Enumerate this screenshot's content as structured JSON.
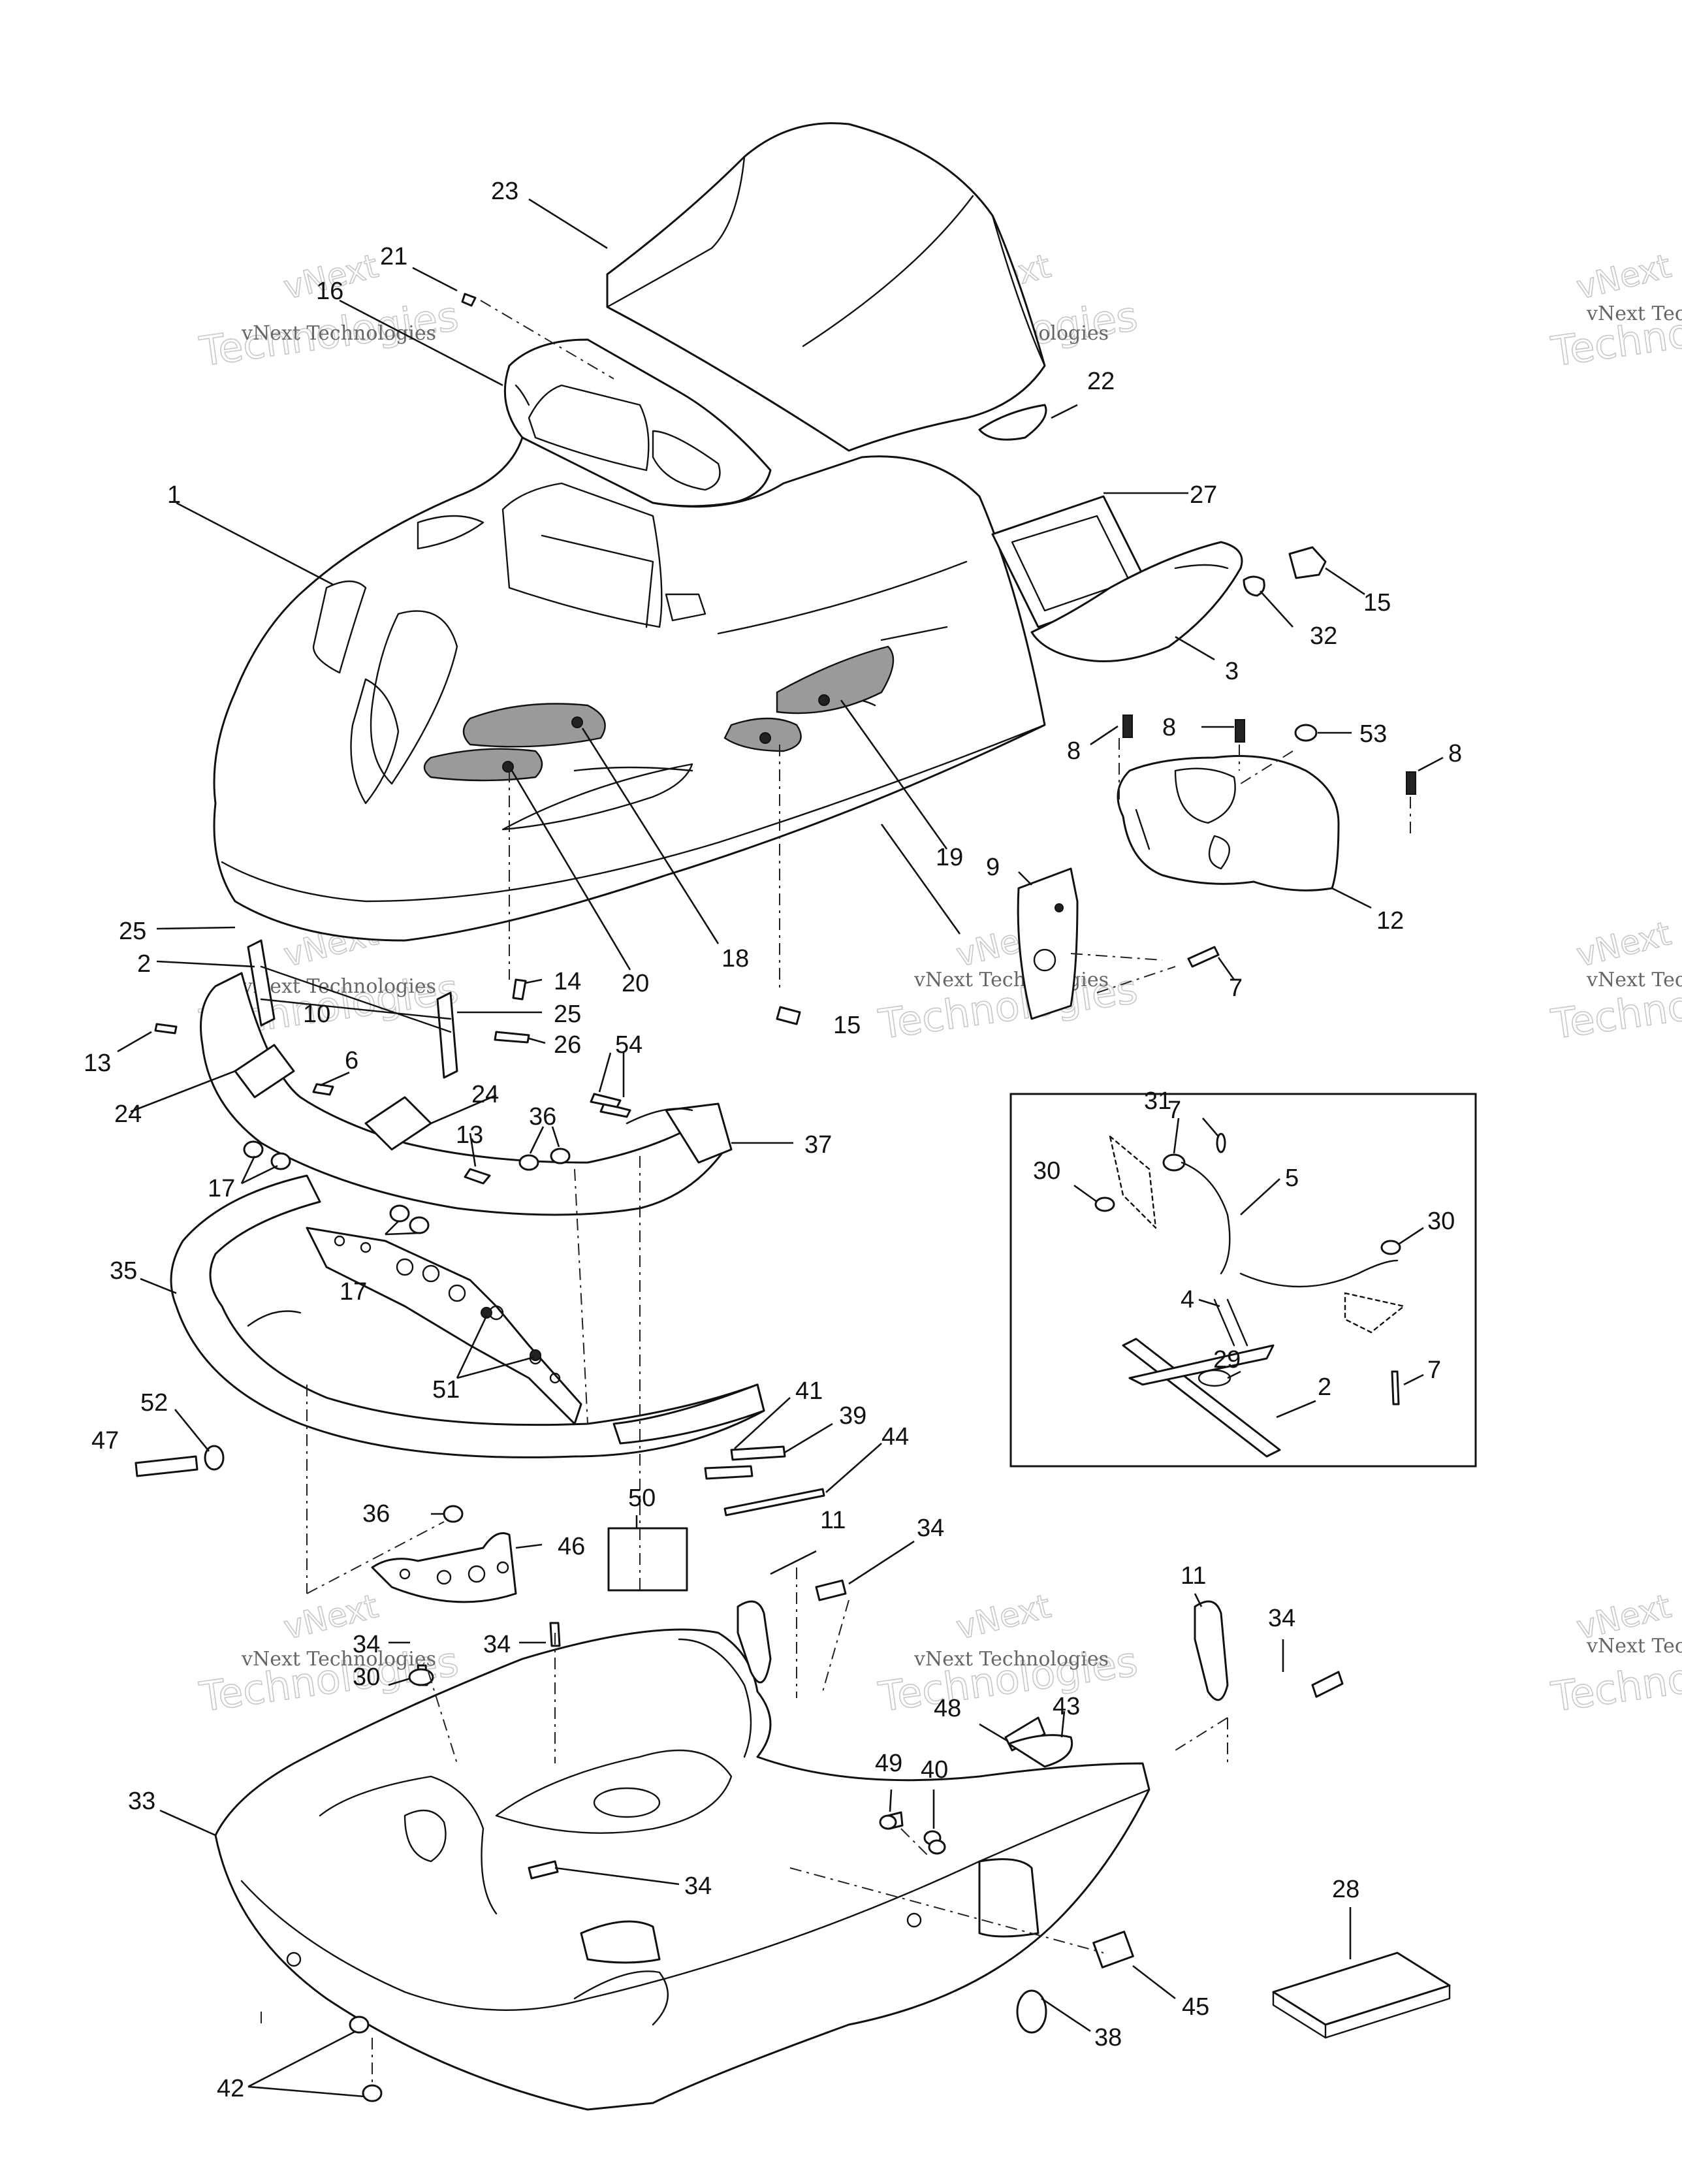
{
  "watermark": {
    "line_small": "vNext Technologies",
    "line_brand": "vNext",
    "line_big": "Technologies"
  },
  "callouts": {
    "c1": "1",
    "c2a": "2",
    "c2b": "2",
    "c3": "3",
    "c4": "4",
    "c5": "5",
    "c6": "6",
    "c7a": "7",
    "c7b": "7",
    "c7c": "7",
    "c8a": "8",
    "c8b": "8",
    "c8c": "8",
    "c9": "9",
    "c10": "10",
    "c11a": "11",
    "c11b": "11",
    "c12": "12",
    "c13a": "13",
    "c13b": "13",
    "c14": "14",
    "c15a": "15",
    "c15b": "15",
    "c16": "16",
    "c17a": "17",
    "c17b": "17",
    "c18": "18",
    "c19": "19",
    "c20": "20",
    "c21": "21",
    "c22": "22",
    "c23": "23",
    "c24a": "24",
    "c24b": "24",
    "c25a": "25",
    "c25b": "25",
    "c26": "26",
    "c27": "27",
    "c28": "28",
    "c29": "29",
    "c30a": "30",
    "c30b": "30",
    "c30c": "30",
    "c31": "31",
    "c32": "32",
    "c33": "33",
    "c34a": "34",
    "c34b": "34",
    "c34c": "34",
    "c34d": "34",
    "c34e": "34",
    "c35": "35",
    "c36a": "36",
    "c36b": "36",
    "c37": "37",
    "c38": "38",
    "c39": "39",
    "c40": "40",
    "c41": "41",
    "c42": "42",
    "c43": "43",
    "c44": "44",
    "c45": "45",
    "c46": "46",
    "c47": "47",
    "c48": "48",
    "c49": "49",
    "c50": "50",
    "c51": "51",
    "c52": "52",
    "c53": "53",
    "c54": "54"
  }
}
